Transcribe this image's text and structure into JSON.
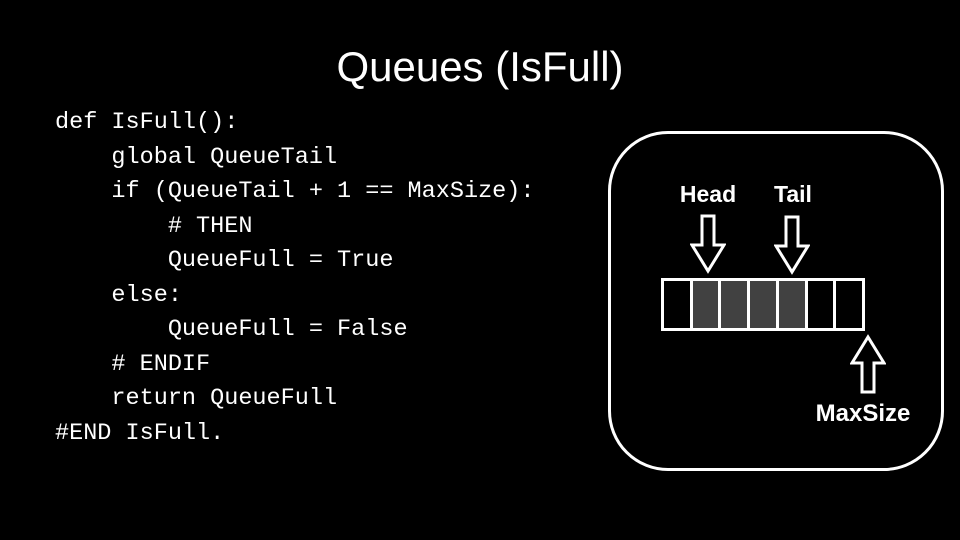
{
  "slide": {
    "title": "Queues (IsFull)",
    "background_color": "#000000",
    "text_color": "#ffffff"
  },
  "code": {
    "language": "python-pseudocode",
    "text": "def IsFull():\n    global QueueTail\n    if (QueueTail + 1 == MaxSize):\n        # THEN\n        QueueFull = True\n    else:\n        QueueFull = False\n    # ENDIF\n    return QueueFull\n#END IsFull."
  },
  "diagram": {
    "head_label": "Head",
    "tail_label": "Tail",
    "maxsize_label": "MaxSize",
    "head_arrow_icon": "block-arrow-down",
    "tail_arrow_icon": "block-arrow-down",
    "maxsize_arrow_icon": "block-arrow-up",
    "queue_cells": [
      {
        "index": 0,
        "filled": false
      },
      {
        "index": 1,
        "filled": true
      },
      {
        "index": 2,
        "filled": true
      },
      {
        "index": 3,
        "filled": true
      },
      {
        "index": 4,
        "filled": true
      },
      {
        "index": 5,
        "filled": false
      },
      {
        "index": 6,
        "filled": false
      }
    ],
    "filled_color": "#414141",
    "empty_color": "#000000",
    "border_color": "#ffffff"
  }
}
